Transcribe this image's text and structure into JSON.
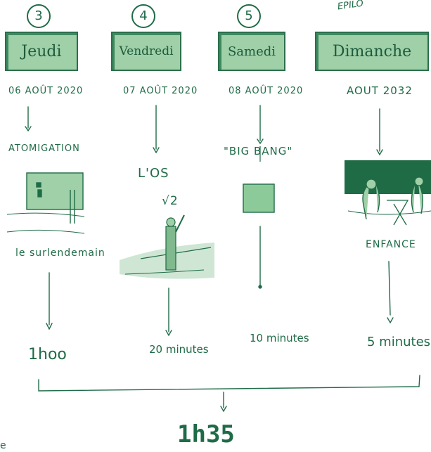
{
  "top_label": "EPILO",
  "columns": [
    {
      "number": "3",
      "day": "Jeudi",
      "date": "06 AOÛT 2020",
      "caption": "ATOMIGATION",
      "sub_caption": "le surlendemain",
      "duration": "1hoo"
    },
    {
      "number": "4",
      "day": "Vendredi",
      "date": "07 AOÛT 2020",
      "caption": "L'OS",
      "formula": "√2",
      "duration": "20 minutes"
    },
    {
      "number": "5",
      "day": "Samedi",
      "date": "08 AOÛT 2020",
      "caption": "\"BIG BANG\"",
      "duration": "10 minutes"
    },
    {
      "number": "",
      "day": "Dimanche",
      "date": "AOUT 2032",
      "caption": "ENFANCE",
      "duration": "5 minutes"
    }
  ],
  "total": "1h35",
  "corner_mark": "e",
  "colors": {
    "ink": "#1f6b47",
    "box_fill": "#9fd0a8",
    "dark_fill": "#1e6b46",
    "square_fill": "#8ccb99"
  }
}
